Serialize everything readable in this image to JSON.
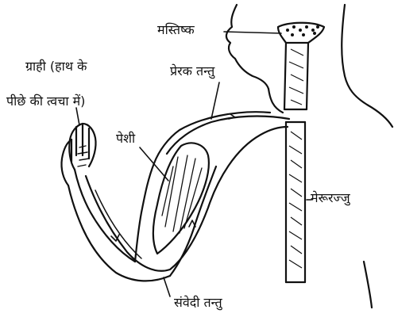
{
  "labels": {
    "brain": "मस्तिष्क",
    "receptor_line1": "ग्राही (हाथ के",
    "receptor_line2": "पीछे की त्वचा में)",
    "motor_nerve": "प्रेरक तन्तु",
    "muscle": "पेशी",
    "spinal_cord": "मेरूरज्जु",
    "sensory_nerve": "संवेदी तन्तु"
  },
  "colors": {
    "ink": "#111111",
    "background": "#ffffff"
  }
}
